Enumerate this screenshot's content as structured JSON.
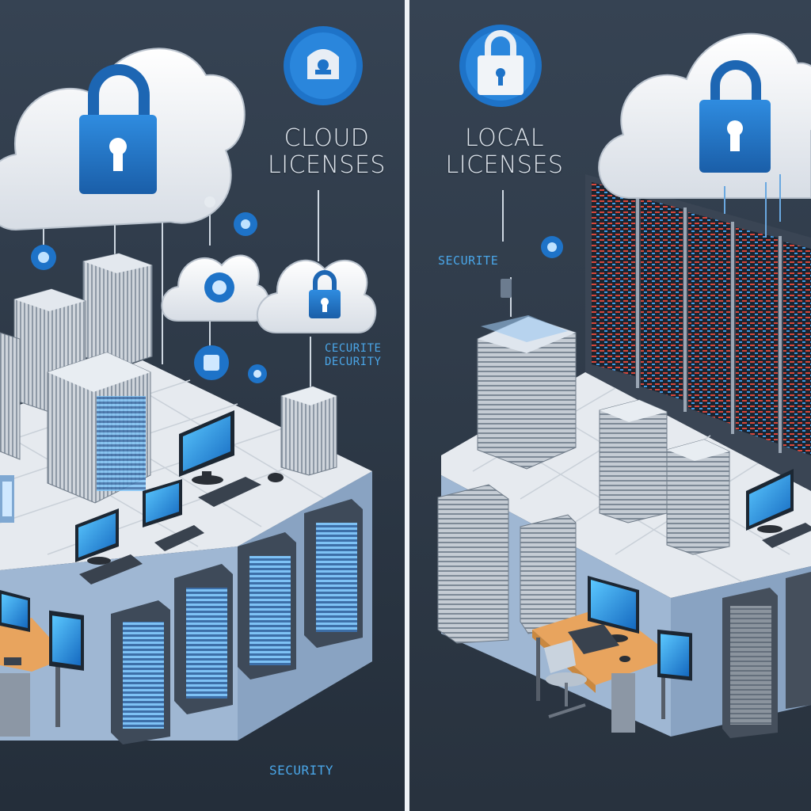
{
  "cloud": {
    "title_line1": "CLOUD",
    "title_line2": "LICENSES",
    "badge_line1": "CECURITE",
    "badge_line2": "DECURITY",
    "footer": "SECURITY"
  },
  "local": {
    "title_line1": "LOCAL",
    "title_line2": "LICENSES",
    "badge": "SECURITE"
  },
  "colors": {
    "background": "#2b3644",
    "accent_blue": "#1e73c8",
    "cloud_white": "#f3f5f8",
    "floor": "#e6eaef",
    "wall": "#9fb7d3",
    "desk": "#e8a45e"
  },
  "icons": [
    "padlock-icon",
    "cloud-icon",
    "server-icon",
    "monitor-icon",
    "keyboard-icon",
    "desk-icon",
    "chair-icon"
  ]
}
